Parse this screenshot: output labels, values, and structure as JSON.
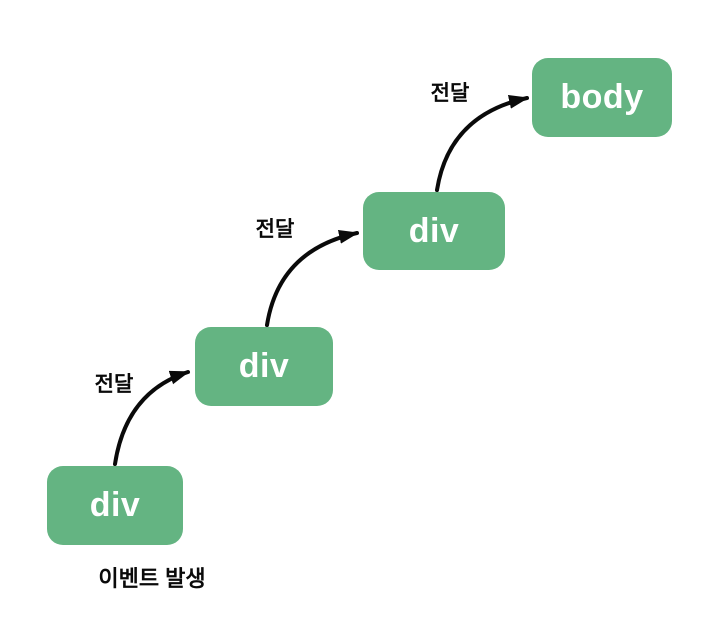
{
  "diagram": {
    "title_hint": "event-bubbling-flow",
    "nodes": [
      {
        "label": "div"
      },
      {
        "label": "div"
      },
      {
        "label": "div"
      },
      {
        "label": "body"
      }
    ],
    "arrow_labels": [
      "전달",
      "전달",
      "전달"
    ],
    "caption": "이벤트 발생"
  },
  "colors": {
    "node_fill": "#64b482",
    "node_text": "#ffffff",
    "arrow": "#0a0a0a",
    "label_text": "#0a0a0a",
    "background": "#ffffff"
  }
}
